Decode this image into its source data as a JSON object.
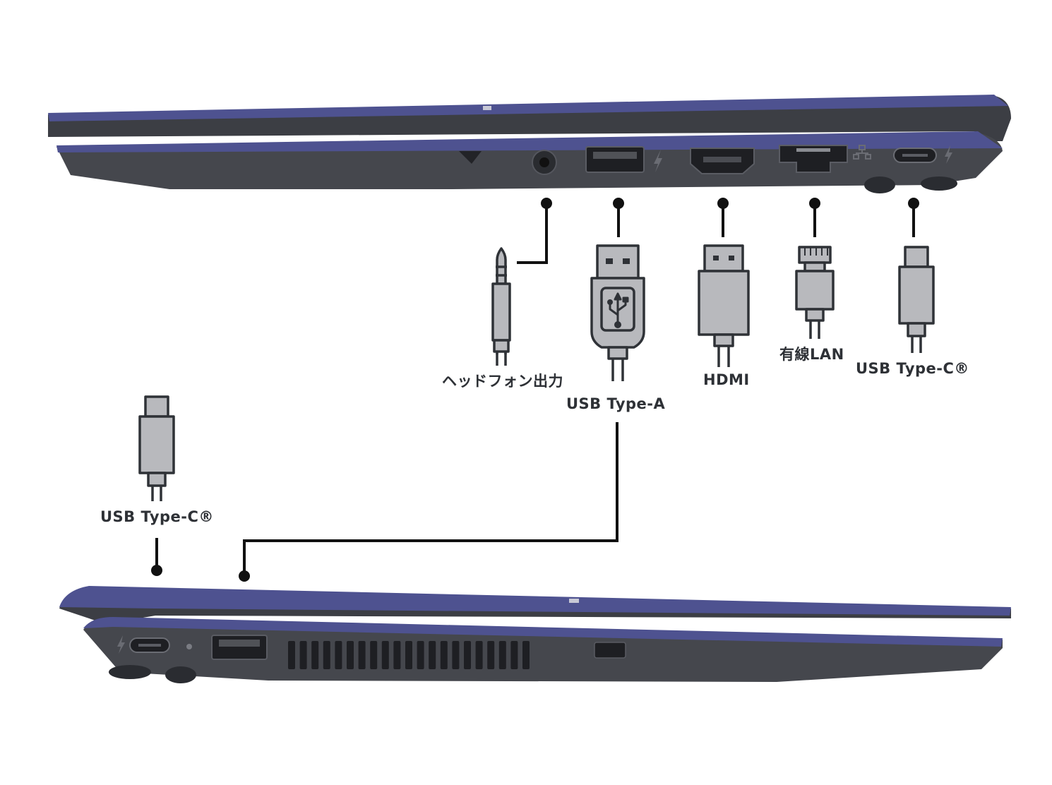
{
  "colors": {
    "body": "#45474d",
    "body_dark": "#2c2e33",
    "trim": "#4a4f8a",
    "trim_light": "#7a7fc0",
    "port": "#1e1f23",
    "plug_fill": "#b8b9bd",
    "plug_stroke": "#2f3237",
    "leader": "#111111",
    "label": "#2e3136"
  },
  "labels": {
    "headphone": "ヘッドフォン出力",
    "usb_a": "USB Type-A",
    "hdmi": "HDMI",
    "lan": "有線LAN",
    "usb_c_right": "USB Type-C®",
    "usb_c_left": "USB Type-C®"
  }
}
